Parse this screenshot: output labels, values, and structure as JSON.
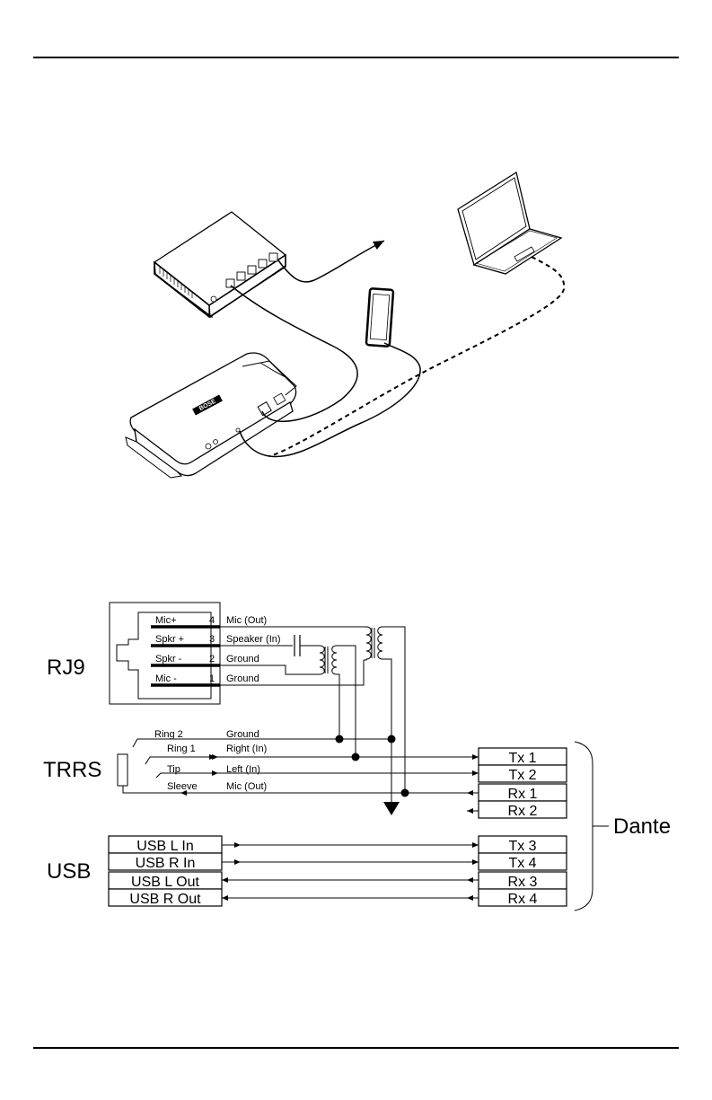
{
  "rj9": {
    "label": "RJ9",
    "pins": [
      {
        "name": "Mic+",
        "num": "4",
        "signal": "Mic (Out)"
      },
      {
        "name": "Spkr +",
        "num": "3",
        "signal": "Speaker (In)"
      },
      {
        "name": "Spkr -",
        "num": "2",
        "signal": "Ground"
      },
      {
        "name": "Mic -",
        "num": "1",
        "signal": "Ground"
      }
    ]
  },
  "trrs": {
    "label": "TRRS",
    "contacts": [
      {
        "name": "Ring 2",
        "signal": "Ground"
      },
      {
        "name": "Ring 1",
        "signal": "Right (In)"
      },
      {
        "name": "Tip",
        "signal": "Left (In)"
      },
      {
        "name": "Sleeve",
        "signal": "Mic (Out)"
      }
    ]
  },
  "usb": {
    "label": "USB",
    "channels": [
      "USB L In",
      "USB R In",
      "USB L Out",
      "USB R Out"
    ]
  },
  "dante": {
    "label": "Dante",
    "channels": [
      "Tx 1",
      "Tx 2",
      "Rx 1",
      "Rx 2",
      "Tx 3",
      "Tx 4",
      "Rx 3",
      "Rx 4"
    ]
  },
  "device": {
    "logo": "BOSE"
  }
}
